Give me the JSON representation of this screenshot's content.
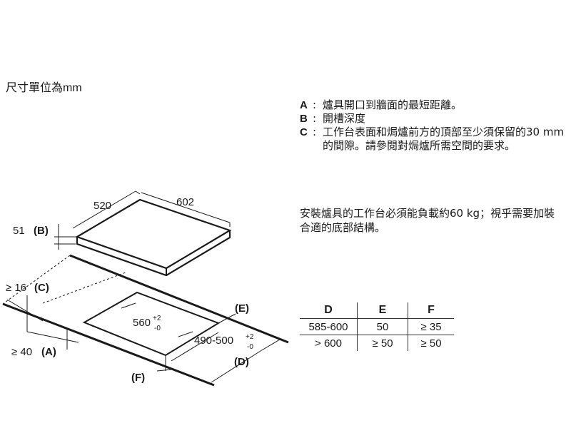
{
  "title": "尺寸單位為",
  "unit": "mm",
  "diagram": {
    "hob_depth": "520",
    "hob_width": "602",
    "hob_height": "51",
    "label_b": "(B)",
    "min_c_prefix": "≥ 16",
    "label_c": "(C)",
    "min_a_prefix": "≥ 40",
    "label_a": "(A)",
    "cutout_depth": "560",
    "cutout_depth_tol_plus": "+2",
    "cutout_depth_tol_minus": "-0",
    "cutout_width": "490-500",
    "cutout_width_tol_plus": "+2",
    "cutout_width_tol_minus": "-0",
    "label_d": "(D)",
    "label_e": "(E)",
    "label_f": "(F)"
  },
  "legend": [
    {
      "letter": "A",
      "sep": ":",
      "text": "爐具開口到牆面的最短距離。"
    },
    {
      "letter": "B",
      "sep": ":",
      "text": "開槽深度"
    },
    {
      "letter": "C",
      "sep": ":",
      "text": "工作台表面和焗爐前方的頂部至少須保留的30 mm的間隙。請參閱對焗爐所需空間的要求。"
    }
  ],
  "note": "安裝爐具的工作台必須能負載約60 kg；視乎需要加裝合適的底部結構。",
  "clearance_table": {
    "headers": [
      "D",
      "E",
      "F"
    ],
    "rows": [
      [
        "585-600",
        "50",
        "≥ 35"
      ],
      [
        "> 600",
        "≥ 50",
        "≥ 50"
      ]
    ]
  }
}
